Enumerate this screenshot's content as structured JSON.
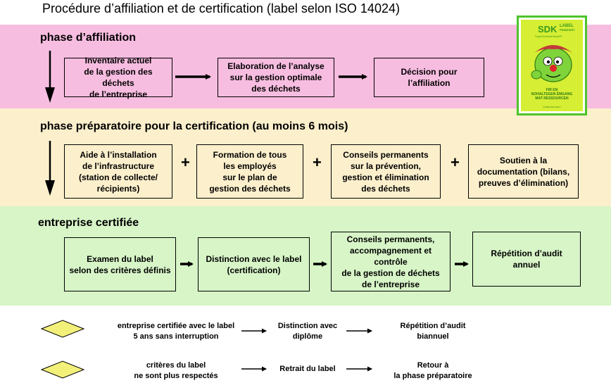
{
  "title": "Procédure d’affiliation et de certification (label selon ISO 14024)",
  "phases": {
    "affiliation": {
      "title": "phase d’affiliation",
      "boxes": [
        "Inventaire actuel\nde la gestion des déchets\nde l’entreprise",
        "Elaboration de l’analyse\nsur la gestion optimale\ndes déchets",
        "Décision pour\nl’affiliation"
      ]
    },
    "preparatoire": {
      "title": "phase préparatoire  pour la certification (au moins 6 mois)",
      "boxes": [
        "Aide à l’installation\nde l’infrastructure\n(station de collecte/\nrécipients)",
        "Formation de tous\nles employés\nsur le plan de\ngestion des déchets",
        "Conseils permanents\nsur la prévention,\ngestion et élimination\ndes déchets",
        "Soutien à la\ndocumentation (bilans,\npreuves d’élimination)"
      ],
      "plus": "+"
    },
    "certifiee": {
      "title": "entreprise certifiée",
      "boxes": [
        "Examen du label\nselon des critères définis",
        "Distinction avec le label\n(certification)",
        "Conseils permanents,\naccompagnement et contrôle\nde la gestion de déchets\nde l’entreprise",
        "Répétition d’audit\nannuel"
      ]
    }
  },
  "legend": [
    {
      "condition": "entreprise certifiée avec le label\n5 ans sans interruption",
      "step": "Distinction avec\ndiplôme",
      "result": "Répétition d’audit\nbiannuel"
    },
    {
      "condition": "critères du label\nne sont plus respectés",
      "step": "Retrait du label",
      "result": "Retour à\nla phase préparatoire"
    }
  ],
  "label_card": {
    "brand": "SDK",
    "word": "LABEL",
    "subword": "PRIMEIERT",
    "tagline": "SuperDrecksKëscht®",
    "slogan": "FIR EN\nNOHALTEGEN ËMGANG\nMAT RESSOURCEN",
    "footer": "GUIDE OKO INFO"
  },
  "colors": {
    "pink": "#f7bde0",
    "yellow": "#fcefcc",
    "green": "#d7f5c7",
    "diamond": "#f3f07a"
  }
}
